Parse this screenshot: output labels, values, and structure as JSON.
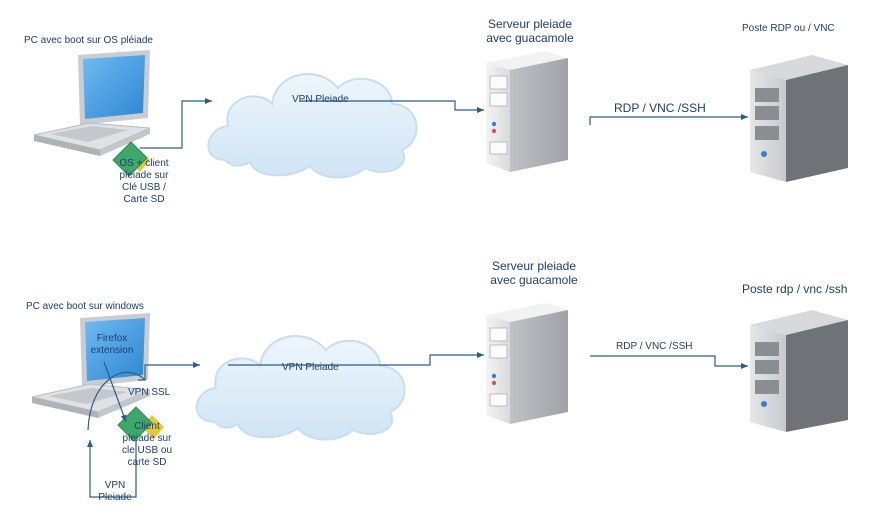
{
  "top": {
    "pc_label": "PC avec boot sur OS pléiade",
    "usb_label": [
      "OS + client",
      "pleiade sur",
      "Clé USB /",
      "Carte SD"
    ],
    "vpn_label": "VPN Pleiade",
    "server_label": [
      "Serveur pleiade",
      "avec guacamole"
    ],
    "protocol_label": "RDP / VNC /SSH",
    "remote_label": "Poste RDP ou / VNC"
  },
  "bottom": {
    "pc_label": "PC avec boot sur windows",
    "firefox_label": [
      "Firefox",
      "extension"
    ],
    "vpn_ssl_label": "VPN SSL",
    "usb_label": [
      "Client",
      "pleiade sur",
      "cle USB ou",
      "carte SD"
    ],
    "vpn_loop_label": [
      "VPN",
      "Pleiade"
    ],
    "vpn_label": "VPN Pleiade",
    "server_label": [
      "Serveur pleiade",
      "avec guacamole"
    ],
    "protocol_label": "RDP / VNC /SSH",
    "remote_label": "Poste rdp / vnc /ssh"
  },
  "colors": {
    "line": "#2a5d8f",
    "text": "#1f3d6b",
    "cloud_fill": "#dcecf7",
    "cloud_edge": "#b9d6ec",
    "laptop_screen": "#4aa3e8",
    "laptop_body": "#d8dcdf",
    "server_body": "#e8e9eb",
    "usb_green": "#3ea86a",
    "usb_yellow": "#e8c63a"
  },
  "icons": [
    "laptop-icon",
    "cloud-icon",
    "server-icon",
    "usb-key-icon"
  ]
}
